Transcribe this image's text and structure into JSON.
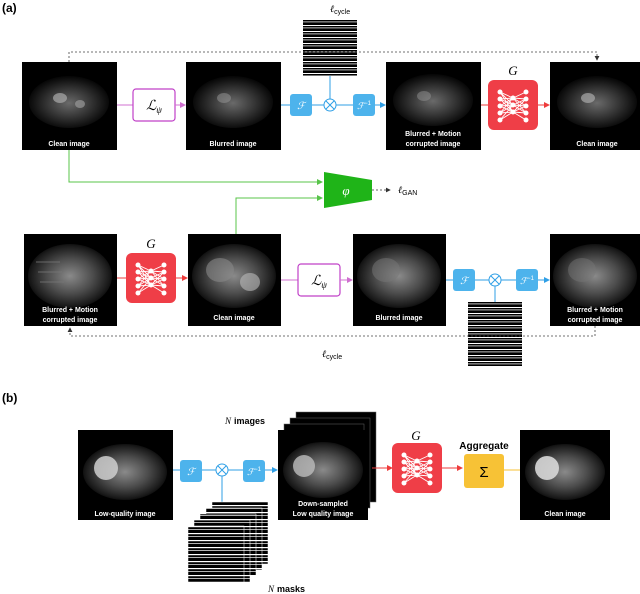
{
  "panel_a": {
    "label": "(a)",
    "top_row": {
      "img1": "Clean image",
      "img2": "Blurred image",
      "img3_line1": "Blurred + Motion",
      "img3_line2": "corrupted image",
      "img4": "Clean image"
    },
    "bottom_row": {
      "img1_line1": "Blurred + Motion",
      "img1_line2": "corrupted image",
      "img2": "Clean image",
      "img3": "Blurred image",
      "img4_line1": "Blurred + Motion",
      "img4_line2": "corrupted image"
    },
    "loss_symbol": "ℒ",
    "loss_sub": "ψ",
    "fourier": "ℱ",
    "inv_fourier": "ℱ",
    "inv_exp": "−1",
    "generator": "G",
    "discriminator": "φ",
    "cycle_ell": "ℓ",
    "cycle_sub": "cycle",
    "gan_ell": "ℓ",
    "gan_sub": "GAN"
  },
  "panel_b": {
    "label": "(b)",
    "img1": "Low-quality image",
    "stack_line1": "Down-sampled",
    "stack_line2": "Low quality image",
    "img_out": "Clean image",
    "n_images_n": "N",
    "n_images_text": "images",
    "n_masks_n": "N",
    "n_masks_text": "masks",
    "aggregate": "Aggregate",
    "sigma": "Σ",
    "generator": "G",
    "fourier": "ℱ",
    "inv_fourier": "ℱ",
    "inv_exp": "−1"
  },
  "colors": {
    "fourier_box": "#4db3ec",
    "generator_box": "#ef3e47",
    "loss_border": "#c040c8",
    "discriminator": "#1fb418",
    "aggregate_box": "#f7c236",
    "blue_arrow": "#2f9fe6",
    "green_arrow": "#58c44a",
    "red_arrow": "#ee3b3b"
  }
}
